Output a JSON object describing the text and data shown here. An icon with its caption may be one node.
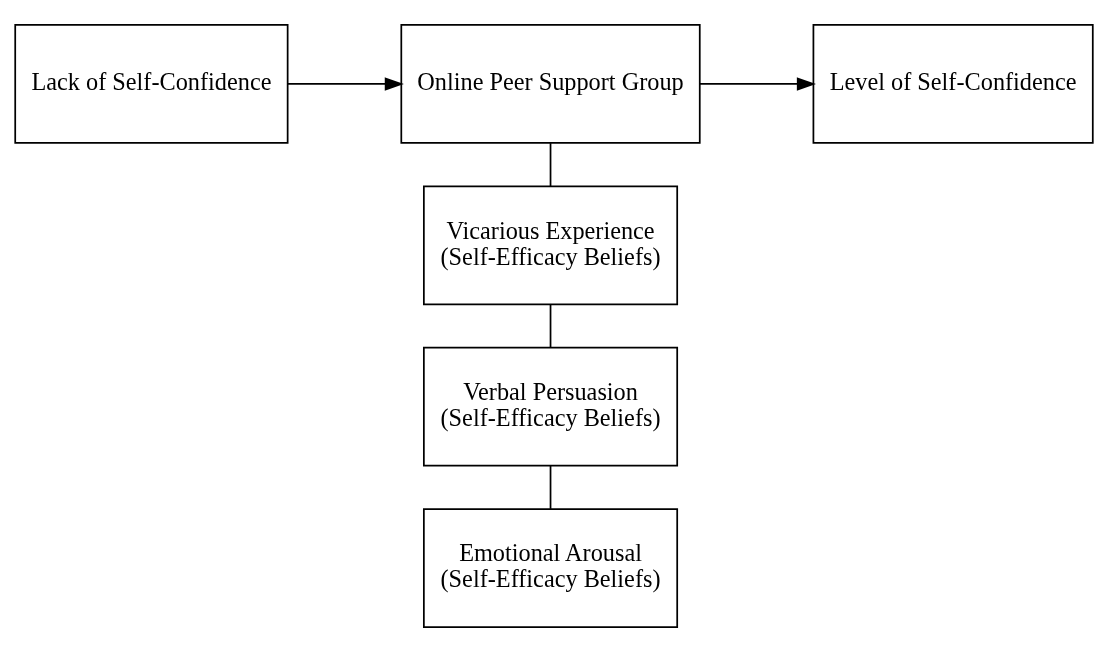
{
  "diagram": {
    "nodes": [
      {
        "text": [
          "Lack of Self-Confidence"
        ]
      },
      {
        "text": [
          "Online Peer Support Group"
        ]
      },
      {
        "text": [
          "Level of Self-Confidence"
        ]
      },
      {
        "text": [
          "Vicarious Experience",
          "(Self-Efficacy Beliefs)"
        ]
      },
      {
        "text": [
          "Verbal Persuasion",
          "(Self-Efficacy Beliefs)"
        ]
      },
      {
        "text": [
          "Emotional Arousal",
          "(Self-Efficacy Beliefs)"
        ]
      }
    ],
    "edges": [
      {
        "from": 0,
        "to": 1,
        "arrow": "to"
      },
      {
        "from": 1,
        "to": 2,
        "arrow": "to"
      },
      {
        "from": 1,
        "to": 3,
        "arrow": "none"
      },
      {
        "from": 3,
        "to": 4,
        "arrow": "none"
      },
      {
        "from": 4,
        "to": 5,
        "arrow": "none"
      }
    ]
  }
}
